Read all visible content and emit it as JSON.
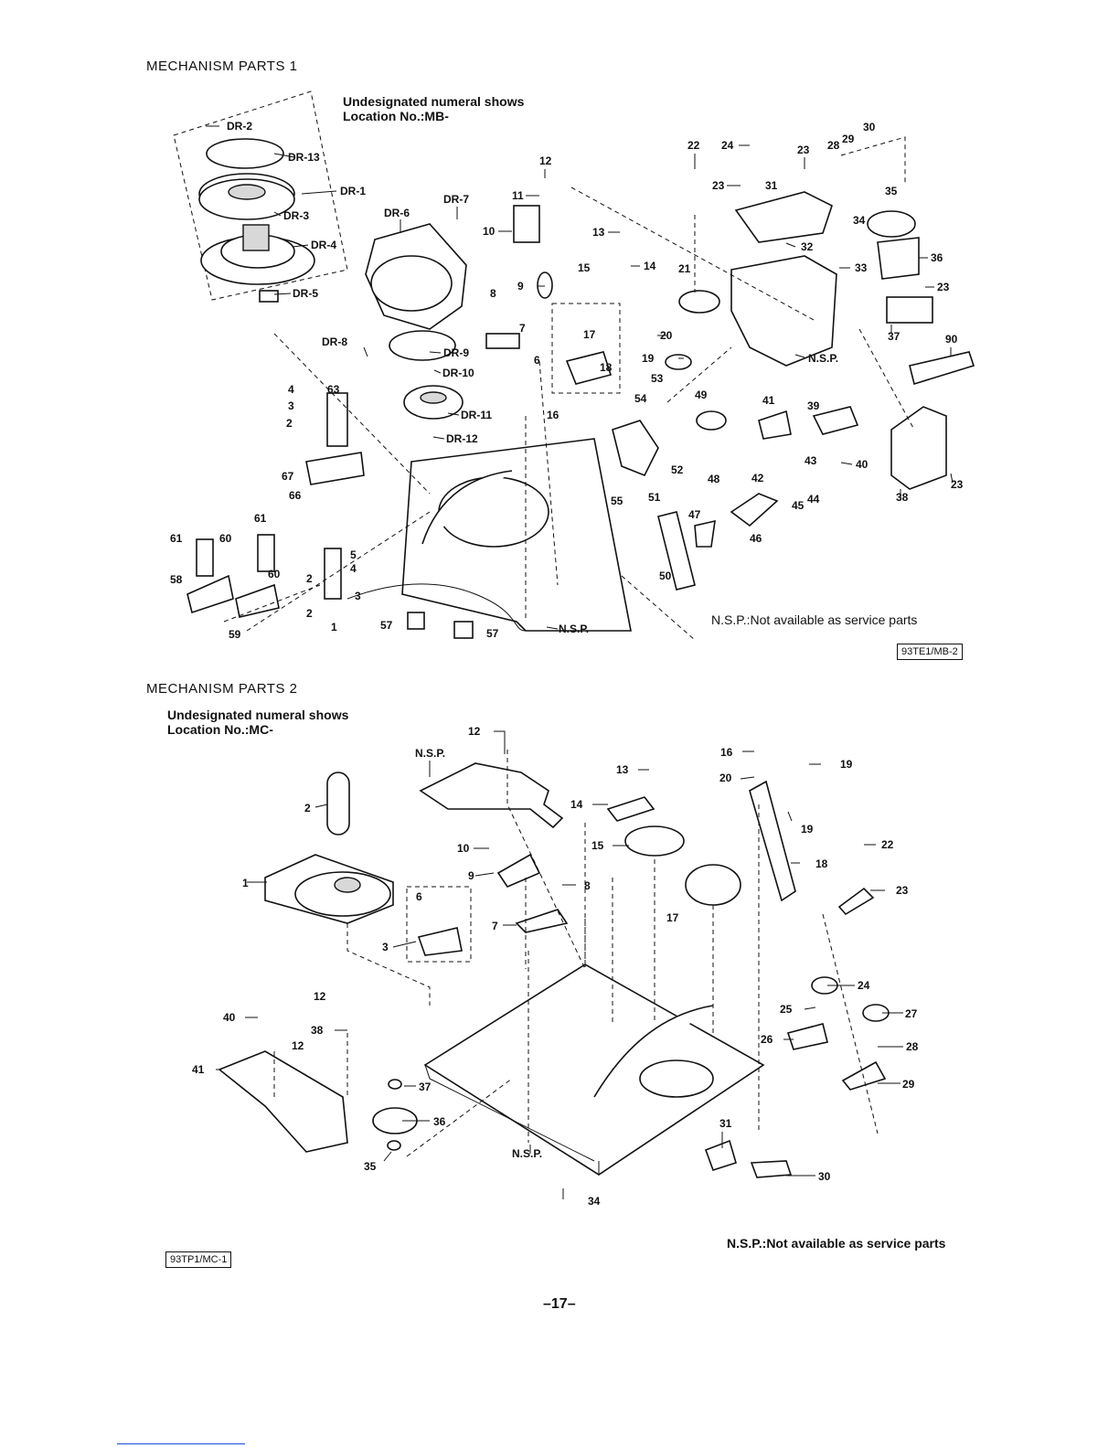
{
  "section1": {
    "title": "MECHANISM PARTS 1",
    "note_line1": "Undesignated numeral shows",
    "note_line2": "Location  No.:MB-",
    "nsp_note": "N.S.P.:Not available as service parts",
    "code": "93TE1/MB-2",
    "drum_labels": [
      "DR-2",
      "DR-13",
      "DR-1",
      "DR-3",
      "DR-4",
      "DR-5",
      "DR-6",
      "DR-7",
      "DR-8",
      "DR-9",
      "DR-10",
      "DR-11",
      "DR-12"
    ],
    "part_labels": [
      "1",
      "2",
      "2",
      "2",
      "3",
      "3",
      "4",
      "4",
      "5",
      "6",
      "7",
      "8",
      "9",
      "10",
      "11",
      "12",
      "13",
      "14",
      "15",
      "16",
      "17",
      "18",
      "19",
      "20",
      "21",
      "22",
      "23",
      "23",
      "23",
      "23",
      "24",
      "28",
      "29",
      "30",
      "31",
      "32",
      "33",
      "34",
      "35",
      "36",
      "37",
      "38",
      "39",
      "40",
      "41",
      "42",
      "43",
      "44",
      "45",
      "46",
      "47",
      "48",
      "49",
      "50",
      "51",
      "52",
      "53",
      "54",
      "55",
      "57",
      "57",
      "58",
      "59",
      "60",
      "60",
      "61",
      "61",
      "63",
      "66",
      "67",
      "90"
    ],
    "nsp_labels": [
      "N.S.P.",
      "N.S.P."
    ]
  },
  "section2": {
    "title": "MECHANISM PARTS 2",
    "note_line1": "Undesignated numeral shows",
    "note_line2": "Location  No.:MC-",
    "nsp_note": "N.S.P.:Not available as service parts",
    "code": "93TP1/MC-1",
    "part_labels": [
      "1",
      "2",
      "3",
      "6",
      "7",
      "8",
      "9",
      "10",
      "12",
      "12",
      "12",
      "13",
      "14",
      "15",
      "16",
      "17",
      "18",
      "19",
      "19",
      "20",
      "22",
      "23",
      "24",
      "25",
      "26",
      "27",
      "28",
      "29",
      "30",
      "31",
      "34",
      "35",
      "36",
      "37",
      "38",
      "40",
      "41"
    ],
    "nsp_labels": [
      "N.S.P.",
      "N.S.P."
    ]
  },
  "page_number": "–17–"
}
